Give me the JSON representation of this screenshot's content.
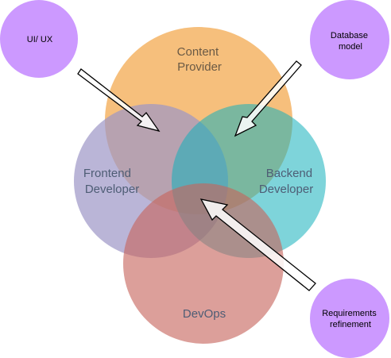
{
  "diagram": {
    "circles": {
      "content_provider": {
        "lines": [
          "Content",
          "Provider"
        ],
        "color": "#f2a64a",
        "text_color": "#6b5a45"
      },
      "frontend_developer": {
        "lines": [
          "Frontend",
          "Developer"
        ],
        "color": "#9c96c6",
        "text_color": "#4e5d75"
      },
      "backend_developer": {
        "lines": [
          "Backend",
          "Developer"
        ],
        "color": "#14b1bb",
        "text_color": "#4e5d75"
      },
      "devops": {
        "lines": [
          "DevOps"
        ],
        "color": "#c7645c",
        "text_color": "#4e5d75"
      }
    },
    "bubbles": {
      "ui_ux": {
        "lines": [
          "UI/ UX"
        ],
        "color": "#cc99ff"
      },
      "database_model": {
        "lines": [
          "Database",
          "model"
        ],
        "color": "#cc99ff"
      },
      "requirements_refinement": {
        "lines": [
          "Requirements",
          "refinement"
        ],
        "color": "#cc99ff"
      }
    },
    "arrow_color": "#000000"
  }
}
